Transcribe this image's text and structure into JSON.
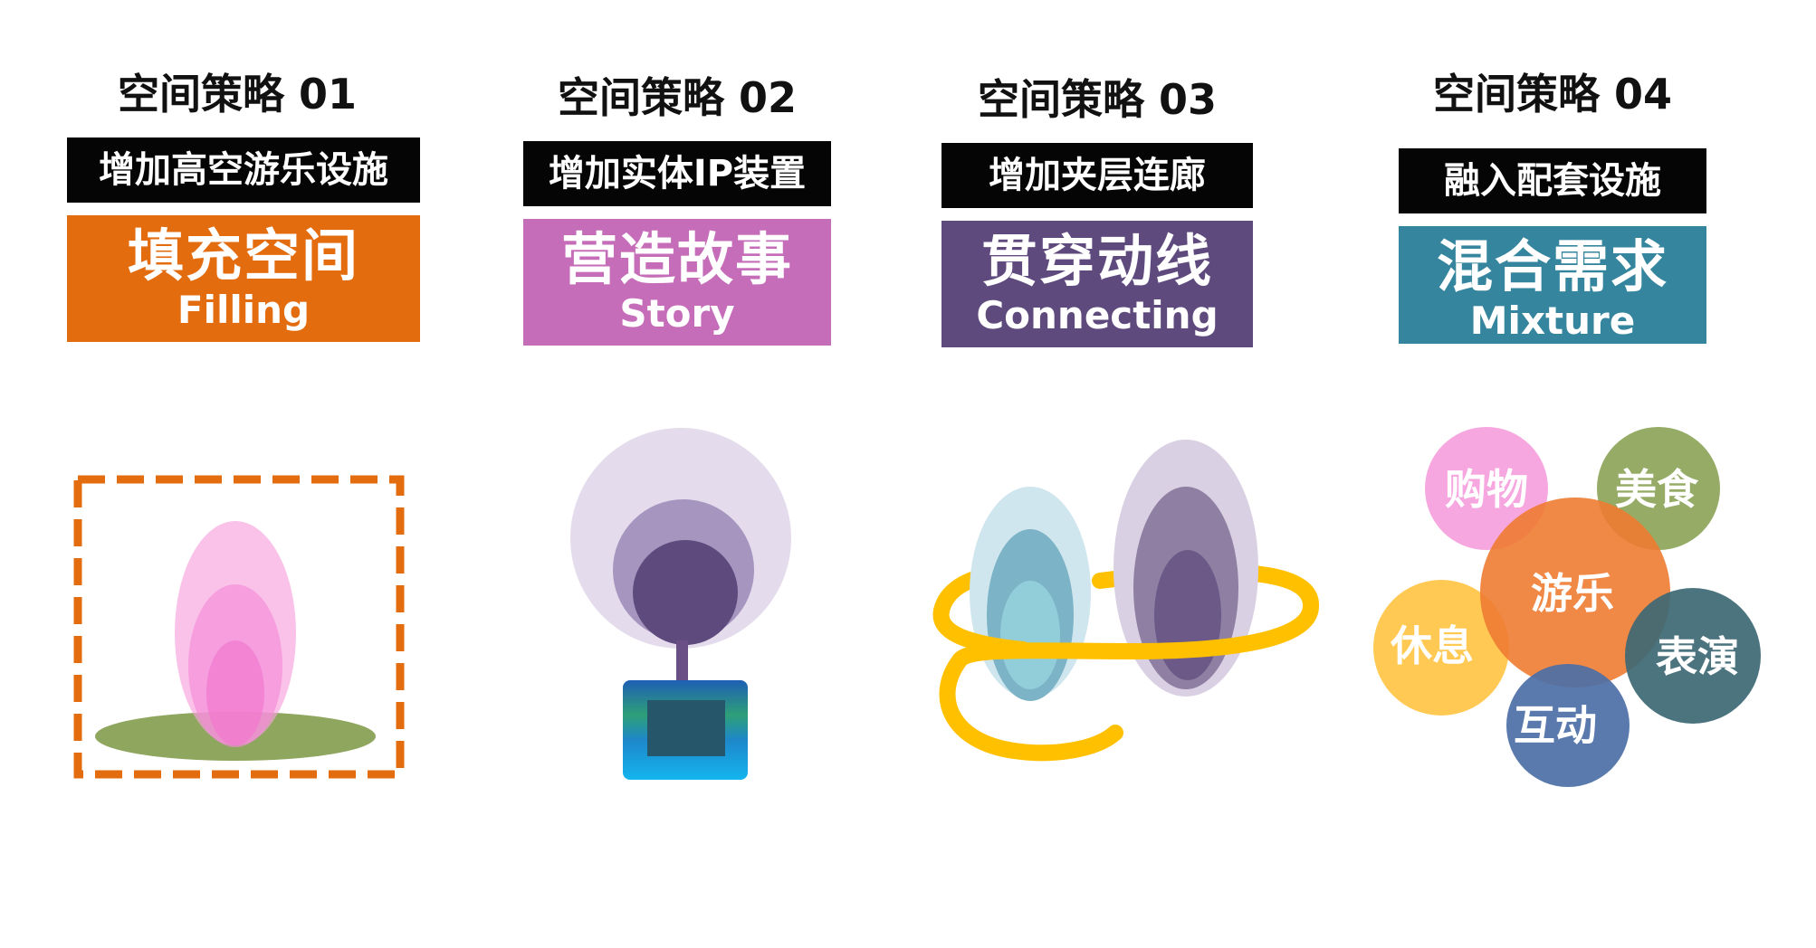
{
  "strategies": [
    {
      "title": "空间策略 01",
      "action": "增加高空游乐设施",
      "name_cn": "填充空间",
      "name_en": "Filling",
      "color": "#E36C0F"
    },
    {
      "title": "空间策略 02",
      "action": "增加实体IP装置",
      "name_cn": "营造故事",
      "name_en": "Story",
      "color": "#C66DB9"
    },
    {
      "title": "空间策略 03",
      "action": "增加夹层连廊",
      "name_cn": "贯穿动线",
      "name_en": "Connecting",
      "color": "#5F4A7E"
    },
    {
      "title": "空间策略 04",
      "action": "融入配套设施",
      "name_cn": "混合需求",
      "name_en": "Mixture",
      "color": "#34859D"
    }
  ],
  "mixture_bubbles": {
    "center": "游乐",
    "shopping": "购物",
    "food": "美食",
    "rest": "休息",
    "performance": "表演",
    "interaction": "互动"
  }
}
